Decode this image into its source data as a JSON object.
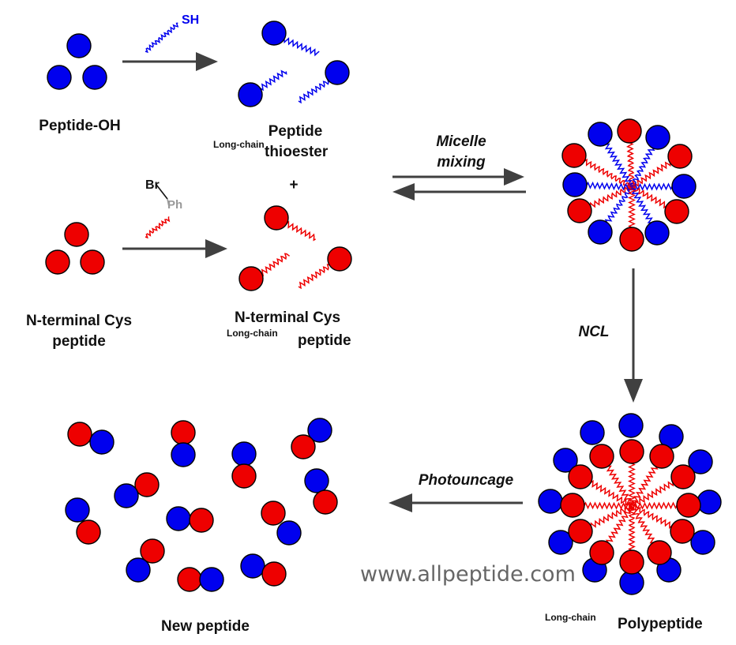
{
  "labels": {
    "peptide_oh": "Peptide-OH",
    "peptide_thioester_top": "Peptide",
    "thioester_sup": "Long-chain",
    "thioester_main": "thioester",
    "plus": "+",
    "sh": "SH",
    "br": "Br",
    "ph": "Ph",
    "ncys_line1": "N-terminal Cys",
    "ncys_line2": "peptide",
    "ncys_lc_top": "N-terminal Cys",
    "ncys_lc_sup": "Long-chain",
    "ncys_lc_main": "peptide",
    "micelle_1": "Micelle",
    "micelle_2": "mixing",
    "ncl": "NCL",
    "photouncage": "Photouncage",
    "polypeptide_sup": "Long-chain",
    "polypeptide_main": "Polypeptide",
    "new_peptide": "New peptide",
    "watermark": "www.allpeptide.com"
  },
  "colors": {
    "blue": "#0000ee",
    "red": "#ee0000",
    "arrow": "#404040",
    "ph_gray": "#999999"
  }
}
